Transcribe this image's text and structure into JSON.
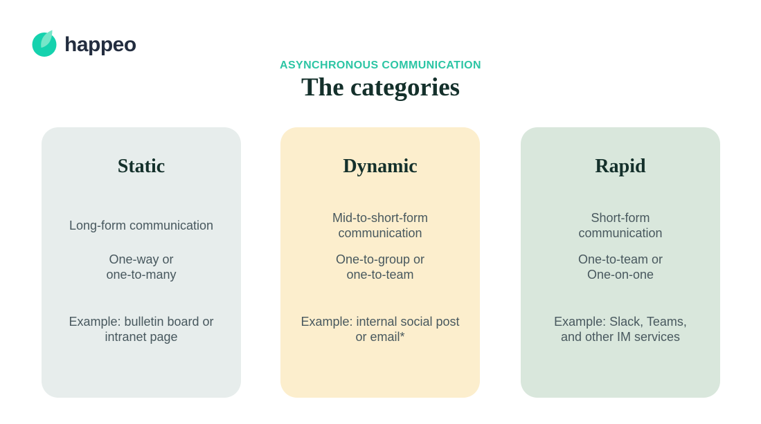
{
  "page": {
    "background": "#ffffff"
  },
  "logo": {
    "text": "happeo",
    "text_color": "#232d3f",
    "icon": {
      "name": "happeo-leaf-icon",
      "circle_color": "#15d2ae",
      "leaf_color": "#76e6c9"
    }
  },
  "header": {
    "eyebrow": "ASYNCHRONOUS COMMUNICATION",
    "eyebrow_color": "#2cc5a4",
    "title": "The categories",
    "title_color": "#14302b"
  },
  "body_text_color": "#48585e",
  "cards": [
    {
      "title": "Static",
      "background": "#e7edec",
      "paragraphs": [
        {
          "lines": [
            "Long-form communication"
          ]
        },
        {
          "lines": [
            "One-way or",
            "one-to-many"
          ]
        },
        {
          "lines": [
            "Example: bulletin board or",
            "intranet page"
          ]
        }
      ]
    },
    {
      "title": "Dynamic",
      "background": "#fceecd",
      "paragraphs": [
        {
          "lines": [
            "Mid-to-short-form",
            "communication"
          ]
        },
        {
          "lines": [
            "One-to-group or",
            "one-to-team"
          ]
        },
        {
          "lines": [
            "Example: internal social post",
            "or email*"
          ]
        }
      ]
    },
    {
      "title": "Rapid",
      "background": "#d9e7dc",
      "paragraphs": [
        {
          "lines": [
            "Short-form",
            "communication"
          ]
        },
        {
          "lines": [
            "One-to-team or",
            "One-on-one"
          ]
        },
        {
          "lines": [
            "Example: Slack, Teams,",
            "and other IM services"
          ]
        }
      ]
    }
  ]
}
